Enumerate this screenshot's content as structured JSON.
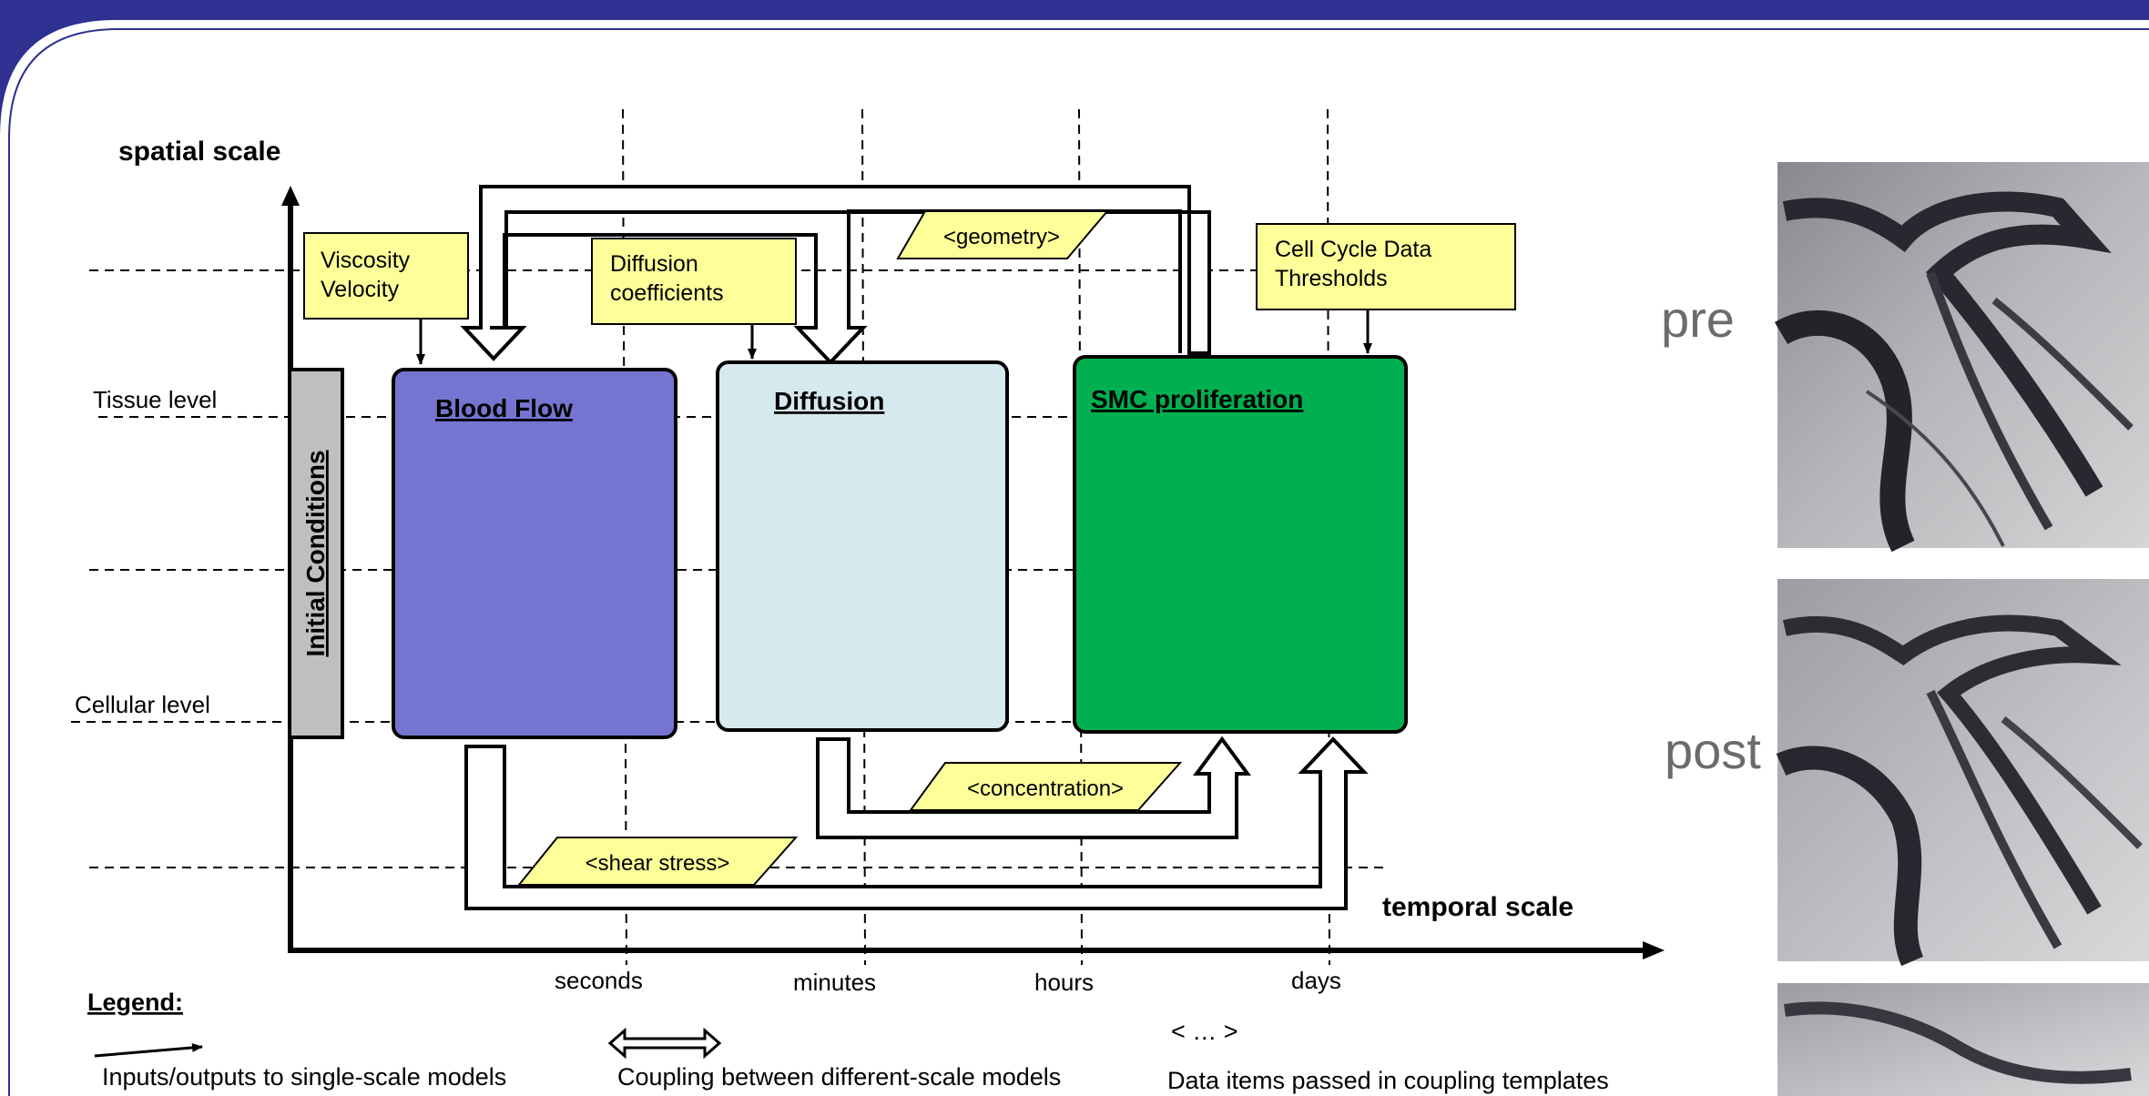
{
  "diagram": {
    "y_axis_label": "spatial scale",
    "x_axis_label": "temporal scale",
    "scale_levels": [
      "Tissue level",
      "Cellular level"
    ],
    "time_ticks": [
      "seconds",
      "minutes",
      "hours",
      "days"
    ],
    "initial_conditions": "Initial Conditions",
    "models": {
      "blood_flow": {
        "title": "Blood Flow",
        "color": "#7575d1"
      },
      "diffusion": {
        "title": "Diffusion",
        "color": "#d6e9ee"
      },
      "smc": {
        "title": "SMC proliferation",
        "color": "#00b050"
      }
    },
    "inputs": {
      "viscosity": [
        "Viscosity",
        "Velocity"
      ],
      "diffusion_coeff": [
        "Diffusion",
        "coefficients"
      ],
      "cell_cycle": [
        "Cell Cycle Data",
        "Thresholds"
      ]
    },
    "data_items": {
      "geometry": "<geometry>",
      "concentration": "<concentration>",
      "shear_stress": "<shear stress>"
    },
    "legend": {
      "title": "Legend:",
      "io": "Inputs/outputs to single-scale models",
      "coupling": "Coupling between different-scale models",
      "data_symbol": "< … >",
      "data": "Data items passed in coupling templates"
    }
  },
  "photos": {
    "pre_label": "pre",
    "post_label": "post"
  },
  "colors": {
    "frame": "#2e3192",
    "note_fill": "#ffff99"
  }
}
